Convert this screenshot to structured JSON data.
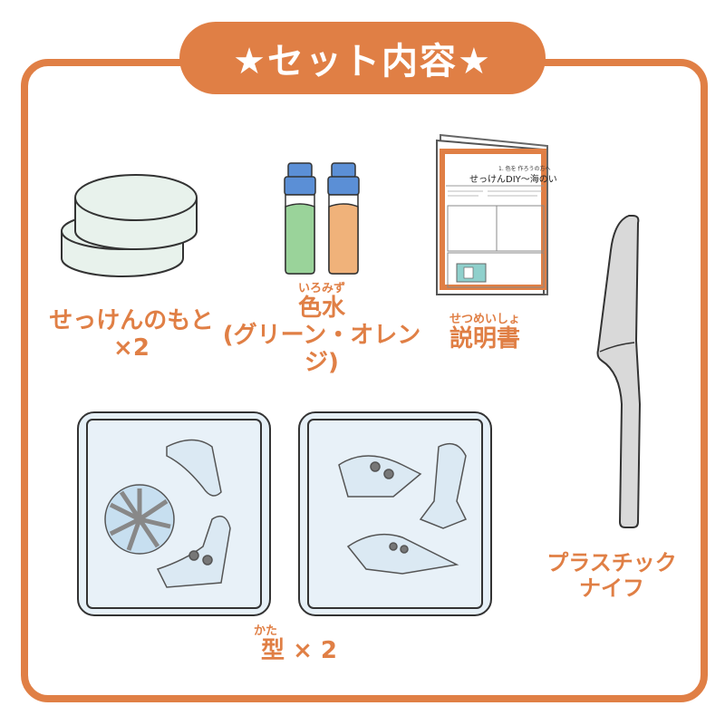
{
  "header": {
    "title": "★セット内容★"
  },
  "colors": {
    "accent": "#e07f45",
    "soap": "#e8f2ec",
    "green_liquid": "#9ad39a",
    "orange_liquid": "#f0b27a",
    "cap": "#5b8fd6",
    "mold": "#e6f0f7",
    "knife": "#d9d9d9"
  },
  "items": {
    "soap_base": {
      "line1": "せっけんのもと",
      "line2": "×2",
      "icon": "soap-base-icon"
    },
    "color_water": {
      "ruby": "いろみず",
      "title": "色水",
      "subtitle": "(グリーン・オレンジ)",
      "icon": "color-bottles-icon"
    },
    "manual": {
      "ruby": "せつめいしょ",
      "title": "説明書",
      "icon": "manual-booklet-icon",
      "booklet_heading": "せっけんDIY～海のい",
      "booklet_header_small": "1. 色を 作ろうの方へ"
    },
    "knife": {
      "line1": "プラスチック",
      "line2": "ナイフ",
      "icon": "plastic-knife-icon"
    },
    "molds": {
      "ruby": "かた",
      "title": "型",
      "count": "× 2",
      "icon": "dinosaur-mold-icon"
    }
  }
}
